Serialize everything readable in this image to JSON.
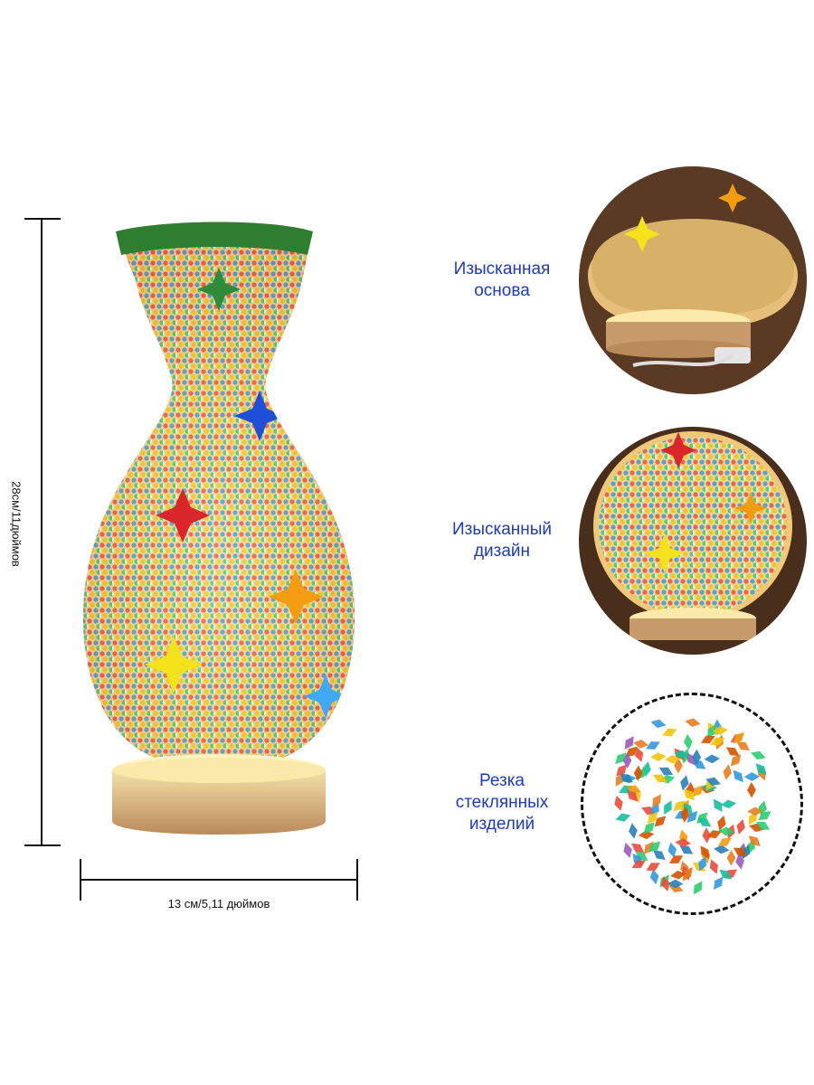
{
  "dimensions": {
    "height_label": "28см/11дюймов",
    "width_label": "13 см/5,11 дюймов"
  },
  "features": [
    {
      "line1": "Изысканная",
      "line2": "основа",
      "image_icon": "lamp-base-photo"
    },
    {
      "line1": "Изысканный",
      "line2": "дизайн",
      "image_icon": "mosaic-dome-photo"
    },
    {
      "line1": "Резка",
      "line2": "стеклянных",
      "line3": "изделий",
      "image_icon": "glass-pieces-photo"
    }
  ],
  "colors": {
    "label_blue": "#1f3bb3",
    "rim_green": "#2f7d2f",
    "base_wood": "#c89c6a"
  }
}
